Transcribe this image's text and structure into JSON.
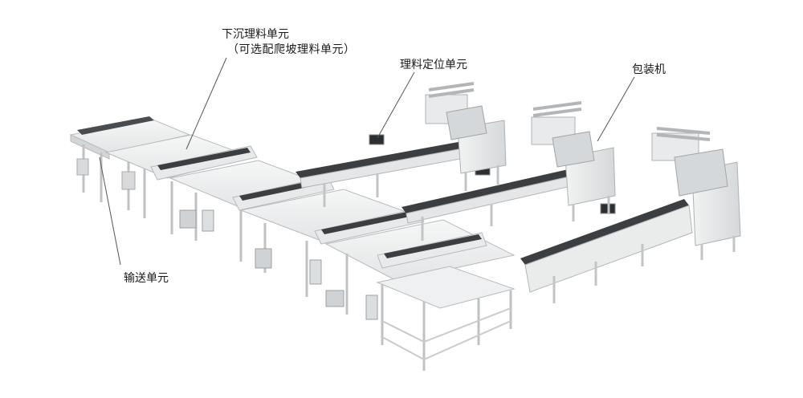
{
  "labels": {
    "sink_unit": "下沉理料单元",
    "sink_unit_option": "（可选配爬坡理料单元）",
    "positioning_unit": "理料定位单元",
    "packaging_machine": "包装机",
    "conveyor_unit": "输送单元"
  },
  "colors": {
    "frame": "#c9ccce",
    "panel": "#eeeff0",
    "panel_dark": "#d6d8da",
    "belt": "#3c3f42",
    "leader_line": "#555555",
    "label_text": "#1a1a1a"
  }
}
